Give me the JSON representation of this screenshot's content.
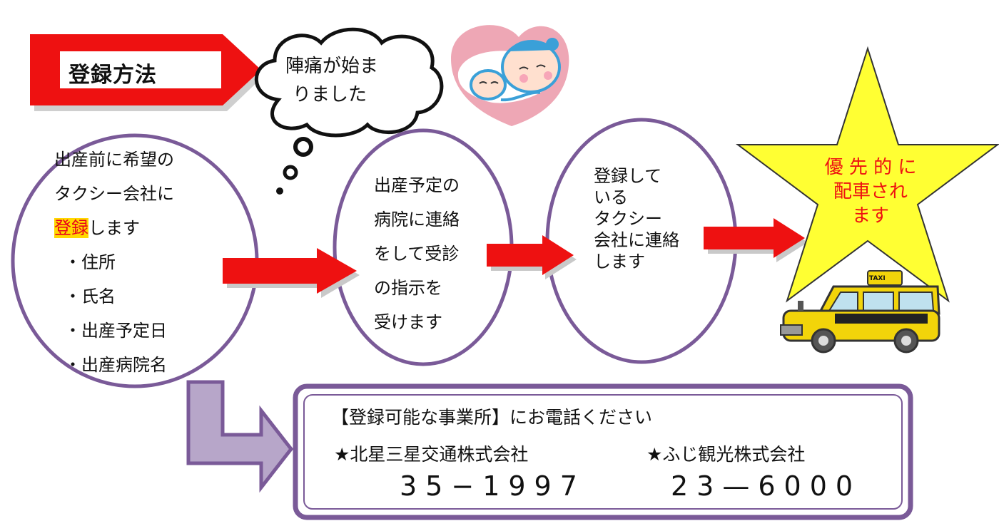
{
  "title_badge": "登録方法",
  "thought_bubble": {
    "line1": "陣痛が始ま",
    "line2": "りました"
  },
  "step1": {
    "line1": "出産前に希望の",
    "line2": "タクシー会社に",
    "highlight": "登録",
    "line3_rest": "します",
    "items": [
      "・住所",
      "・氏名",
      "・出産予定日",
      "・出産病院名"
    ]
  },
  "step2": {
    "lines": [
      "出産予定の",
      "病院に連絡",
      "をして受診",
      "の指示を",
      "受けます"
    ]
  },
  "step3": {
    "lines": [
      "登録して",
      "いる",
      "タクシー",
      "会社に連絡",
      "します"
    ]
  },
  "star": {
    "lines": [
      "優 先 的 に",
      "配車され",
      "ます"
    ]
  },
  "taxi_sign": "TAXI",
  "contact": {
    "heading_bracket": "【登録可能な事業所】",
    "heading_rest": "にお電話ください",
    "company1": "★北星三星交通株式会社",
    "phone1": "35−1997",
    "company2": "★ふじ観光株式会社",
    "phone2": "23—6000"
  },
  "colors": {
    "arrow_red": "#ee1111",
    "oval_purple": "#7a5a98",
    "highlight_yellow": "#ffd800",
    "star_yellow": "#ffff33",
    "taxi_yellow": "#f2d40a"
  }
}
